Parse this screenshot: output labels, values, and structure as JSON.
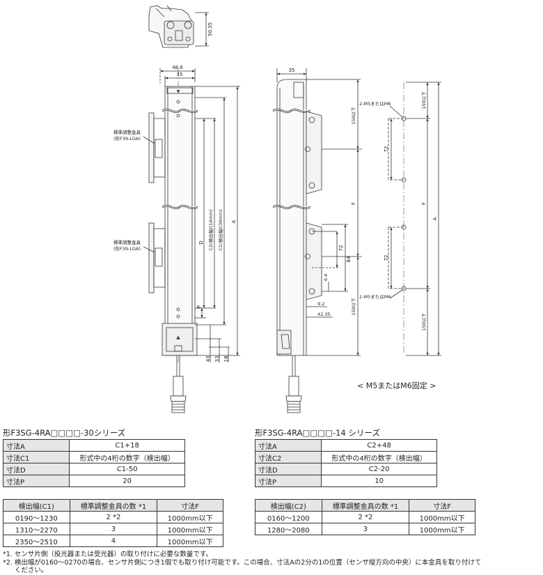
{
  "drawing": {
    "top_dim": "50.35",
    "dims": {
      "w486": "48.6",
      "w35": "35",
      "w35b": "35",
      "d43": "43",
      "d33": "33",
      "d18": "18",
      "d92": "9.2",
      "d4235": "42.35",
      "d64": "6.4",
      "d84": "84",
      "d72a": "72",
      "d72b": "72",
      "d72c": "72"
    },
    "labels": {
      "D": "D",
      "C2": "C2(検出幅)(14mm)",
      "C1": "C1(検出幅)(30mm)",
      "A": "A",
      "P": "P",
      "F1": "F",
      "F2": "F",
      "A2": "A",
      "h150a": "150以下",
      "h150b": "150以下",
      "h150c": "150以下",
      "h150d": "150以下"
    },
    "callouts": {
      "bracket_a": [
        "標準調整金具",
        "(形F39-LGA)"
      ],
      "bracket_b": [
        "標準調整金具",
        "(形F39-LGA)"
      ],
      "m_top": "2-M5またはM6",
      "m_bottom": "2-M5またはM6"
    },
    "caption": "< M5またはM6固定 >"
  },
  "left_series": {
    "title": "形F3SG-4RA□□□□-30シリーズ",
    "dims": [
      {
        "k": "寸法A",
        "v": "C1+18"
      },
      {
        "k": "寸法C1",
        "v": "形式中の4桁の数字（検出幅）"
      },
      {
        "k": "寸法D",
        "v": "C1-50"
      },
      {
        "k": "寸法P",
        "v": "20"
      }
    ],
    "bracket_header": [
      "検出幅(C1)",
      "標準調整金具の数 *1",
      "寸法F"
    ],
    "bracket_rows": [
      [
        "0190～1230",
        "2 *2",
        "1000mm以下"
      ],
      [
        "1310～2270",
        "3",
        "1000mm以下"
      ],
      [
        "2350～2510",
        "4",
        "1000mm以下"
      ]
    ]
  },
  "right_series": {
    "title": "形F3SG-4RA□□□□-14 シリーズ",
    "dims": [
      {
        "k": "寸法A",
        "v": "C2+48"
      },
      {
        "k": "寸法C2",
        "v": "形式中の4桁の数字（検出幅）"
      },
      {
        "k": "寸法D",
        "v": "C2-20"
      },
      {
        "k": "寸法P",
        "v": "10"
      }
    ],
    "bracket_header": [
      "検出幅(C2)",
      "標準調整金具の数 *1",
      "寸法F"
    ],
    "bracket_rows": [
      [
        "0160～1200",
        "2 *2",
        "1000mm以下"
      ],
      [
        "1280～2080",
        "3",
        "1000mm以下"
      ]
    ]
  },
  "notes": [
    {
      "mark": "*1.",
      "text": "センサ片側（投光器または受光器）の取り付けに必要な数量です。"
    },
    {
      "mark": "*2.",
      "text": "検出幅が0160～0270の場合、センサ片側につき1個でも取り付け可能です。この場合、寸法Aの2分の1の位置（センサ縦方向の中央）に本金具を取り付けて",
      "text2": "ください。"
    }
  ]
}
